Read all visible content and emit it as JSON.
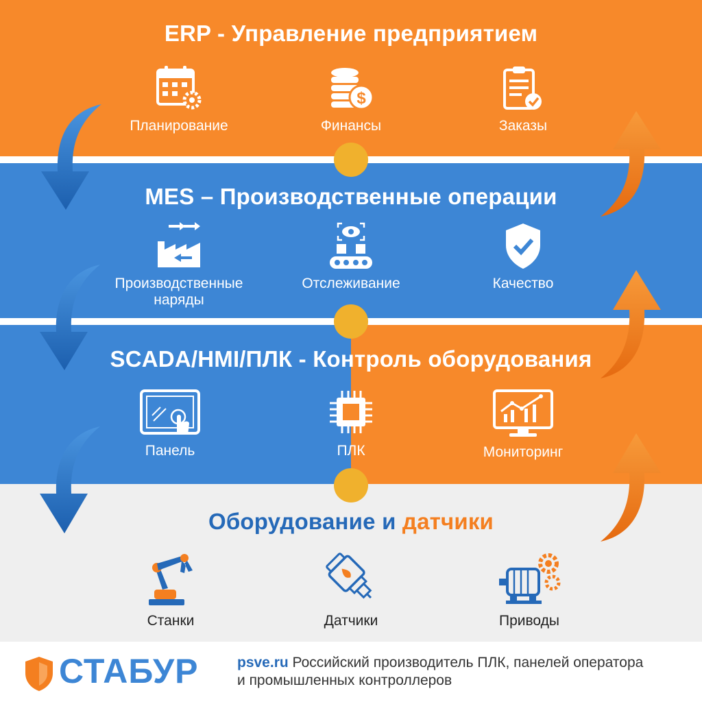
{
  "colors": {
    "orange": "#f7892a",
    "blue": "#3d86d5",
    "dark_blue": "#2569b8",
    "yellow": "#f0b12d",
    "light_gray": "#efefef"
  },
  "levels": {
    "erp": {
      "title": "ERP - Управление предприятием",
      "items": [
        {
          "label": "Планирование",
          "icon": "calendar-gear-icon"
        },
        {
          "label": "Финансы",
          "icon": "coins-dollar-icon"
        },
        {
          "label": "Заказы",
          "icon": "clipboard-check-icon"
        }
      ]
    },
    "mes": {
      "title": "MES – Производственные операции",
      "items": [
        {
          "label_line1": "Производственные",
          "label_line2": "наряды",
          "icon": "factory-arrows-icon"
        },
        {
          "label": "Отслеживание",
          "icon": "conveyor-eye-icon"
        },
        {
          "label": "Качество",
          "icon": "shield-check-icon"
        }
      ]
    },
    "scada": {
      "title": "SCADA/HMI/ПЛК - Контроль оборудования",
      "items": [
        {
          "label": "Панель",
          "icon": "touch-panel-icon"
        },
        {
          "label": "ПЛК",
          "icon": "chip-icon"
        },
        {
          "label": "Мониторинг",
          "icon": "monitor-chart-icon"
        }
      ]
    },
    "equipment": {
      "title_part1": "Оборудование и ",
      "title_part2": "датчики",
      "items": [
        {
          "label": "Станки",
          "icon": "robot-arm-icon"
        },
        {
          "label": "Датчики",
          "icon": "sensor-icon"
        },
        {
          "label": "Приводы",
          "icon": "motor-gears-icon"
        }
      ]
    }
  },
  "footer": {
    "logo_text": "СТАБУР",
    "site": "psve.ru",
    "description_line1": " Российский производитель ПЛК, панелей оператора",
    "description_line2": "и промышленных контроллеров"
  }
}
